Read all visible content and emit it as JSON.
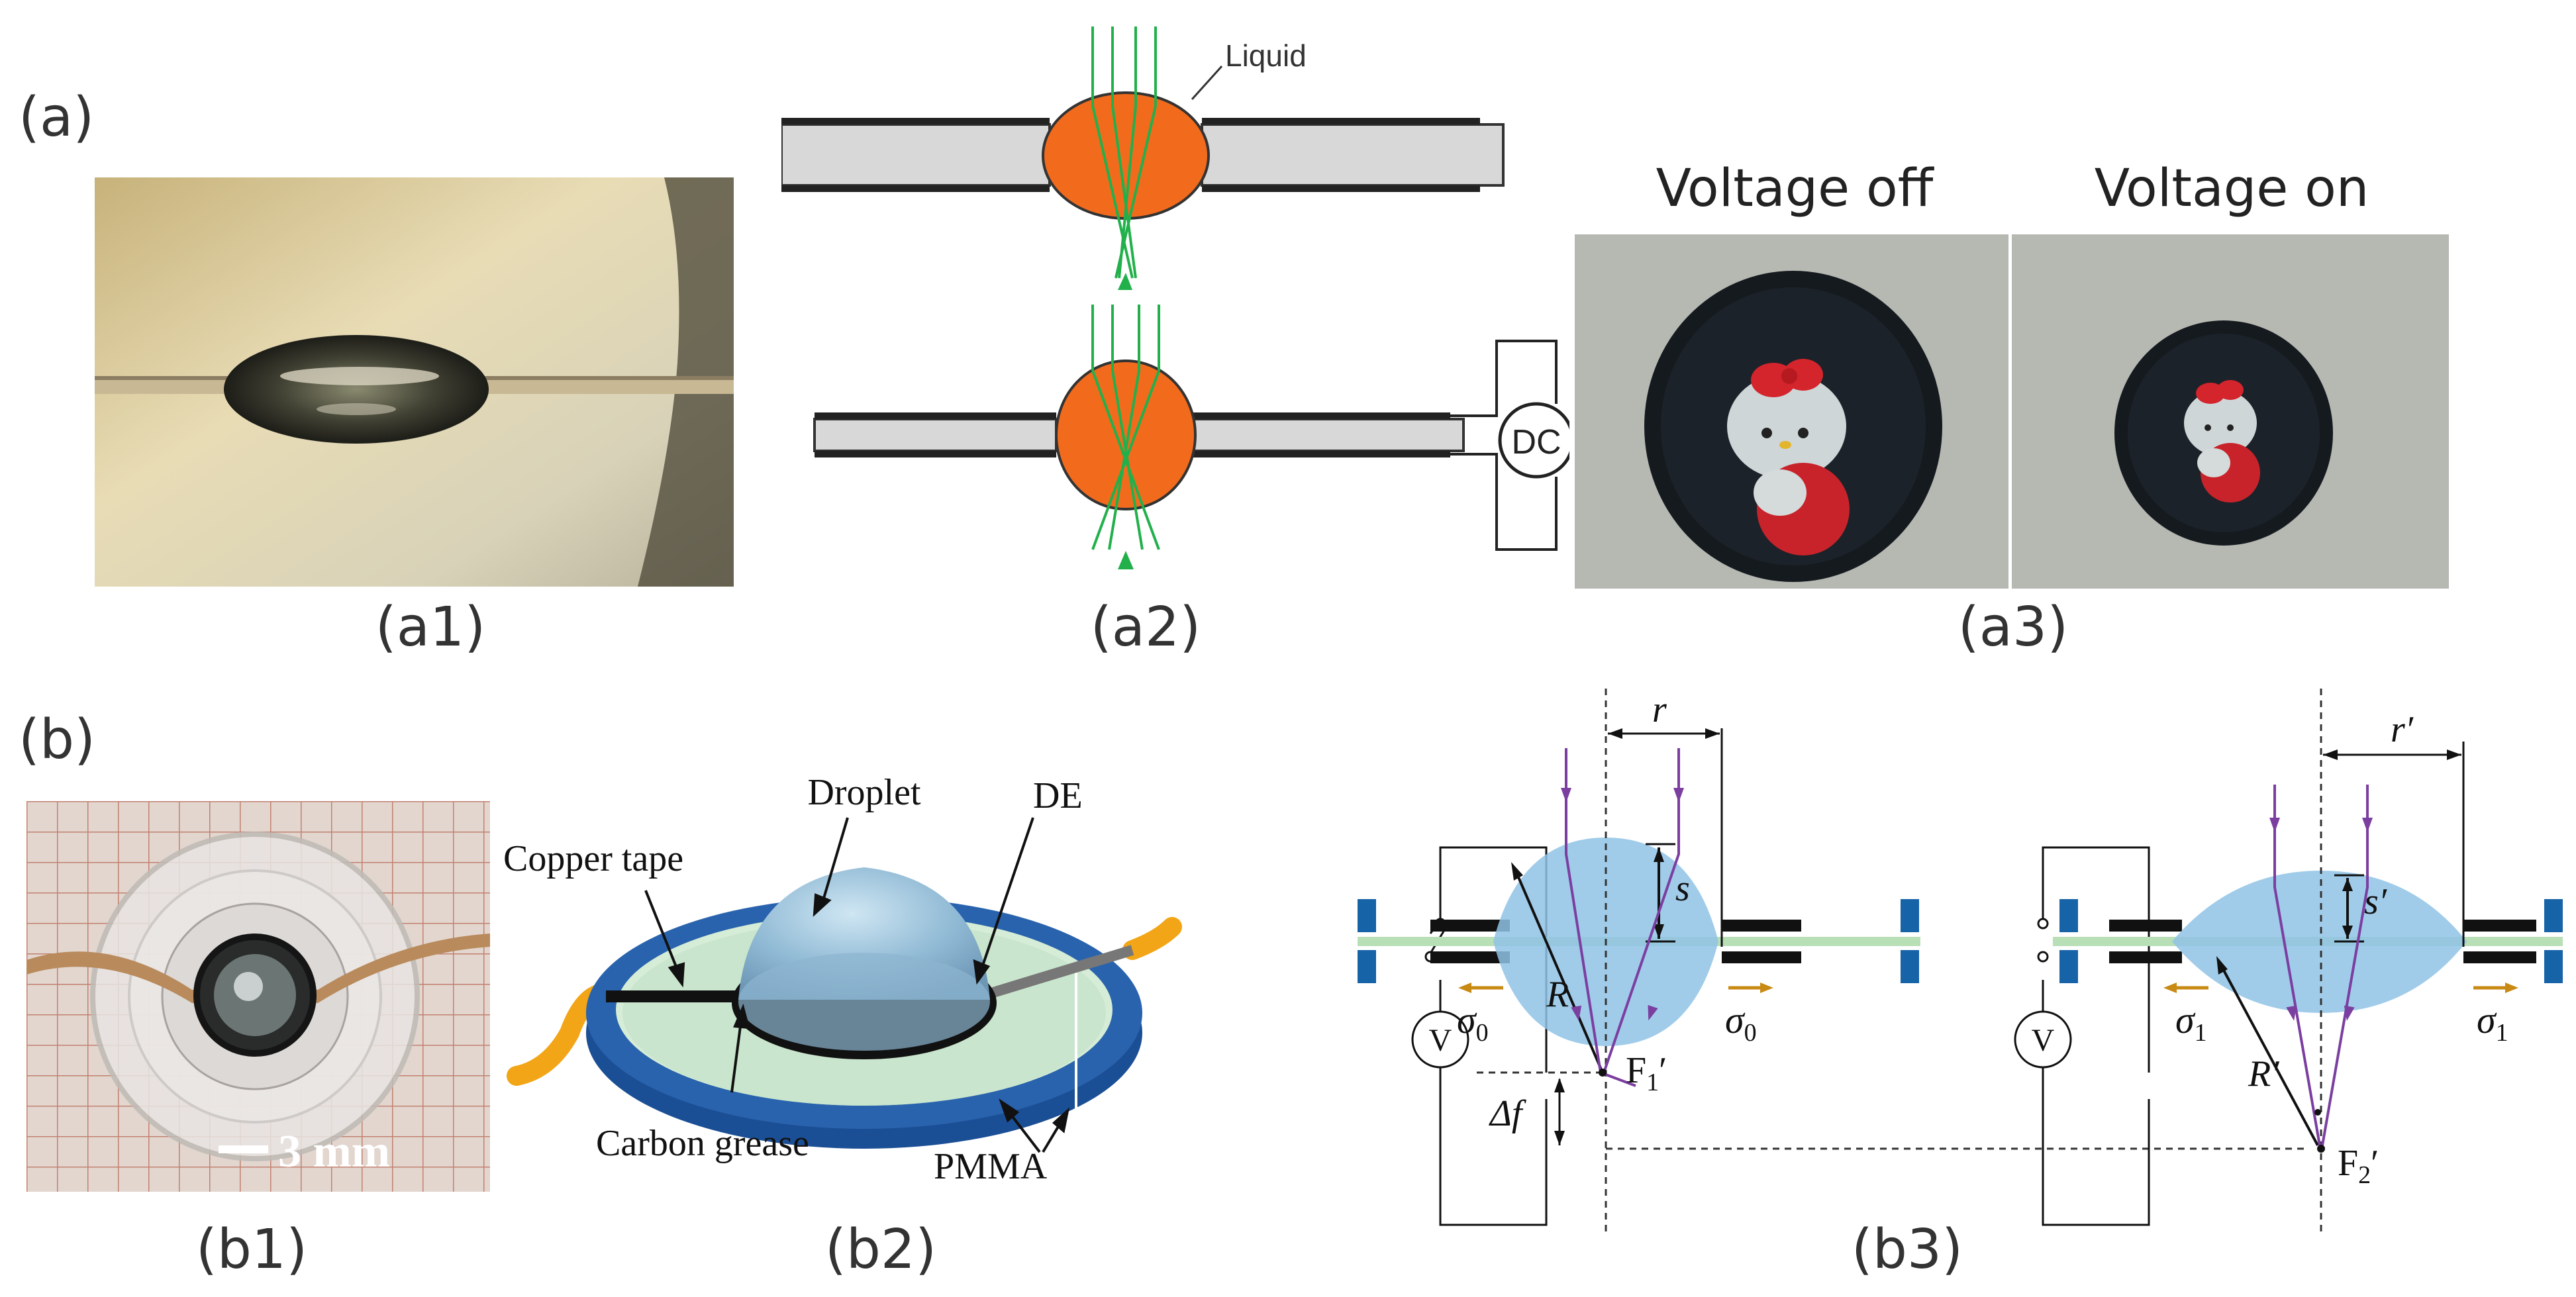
{
  "labels": {
    "a": "(a)",
    "a1": "(a1)",
    "a2": "(a2)",
    "a3": "(a3)",
    "b": "(b)",
    "b1": "(b1)",
    "b2": "(b2)",
    "b3": "(b3)"
  },
  "a2": {
    "liquid": "Liquid",
    "dc": "DC"
  },
  "a3": {
    "voltage_off": "Voltage off",
    "voltage_on": "Voltage on"
  },
  "b1": {
    "scale": "3 mm"
  },
  "b2": {
    "droplet": "Droplet",
    "de": "DE",
    "copper_tape": "Copper tape",
    "carbon_grease": "Carbon grease",
    "pmma": "PMMA"
  },
  "b3": {
    "r": "r",
    "r_prime": "r′",
    "s": "s",
    "s_prime": "s′",
    "R": "R",
    "R_prime": "R′",
    "sigma0": "σ",
    "sigma0_sub": "0",
    "sigma1": "σ",
    "sigma1_sub": "1",
    "V": "V",
    "delta_f": "Δf",
    "F1": "F",
    "F1_sub": "1",
    "F2": "F",
    "F2_sub": "2",
    "prime": "′"
  },
  "colors": {
    "lens_orange": "#f26b1d",
    "ray_green": "#22b04b",
    "lens_blue": "#8fc3e6",
    "ring_blue": "#1f5aa8",
    "ray_purple": "#7b3fa0",
    "tape_orange": "#f2a516",
    "arrow_gold": "#c98a14"
  }
}
